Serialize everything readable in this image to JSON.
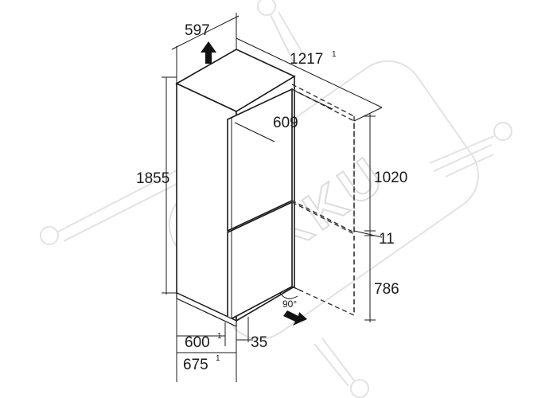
{
  "watermark": {
    "text": "KKU"
  },
  "dimensions": {
    "top_width": {
      "value": "597"
    },
    "door_open_depth": {
      "value": "1217",
      "note": "1"
    },
    "door_width": {
      "value": "609"
    },
    "total_height": {
      "value": "1855"
    },
    "upper_height": {
      "value": "1020"
    },
    "gap": {
      "value": "11"
    },
    "lower_height": {
      "value": "786"
    },
    "door_angle": {
      "value": "90°"
    },
    "depth": {
      "value": "600",
      "note": "1"
    },
    "depth_with_handle": {
      "value": "675",
      "note": "1"
    },
    "foot_offset": {
      "value": "35"
    }
  },
  "colors": {
    "line": "#1a1a1a",
    "dashed": "#333333",
    "watermark": "#dcdcdc",
    "background": "#ffffff"
  },
  "icons": [
    "up-arrow-icon",
    "right-arrow-icon"
  ]
}
